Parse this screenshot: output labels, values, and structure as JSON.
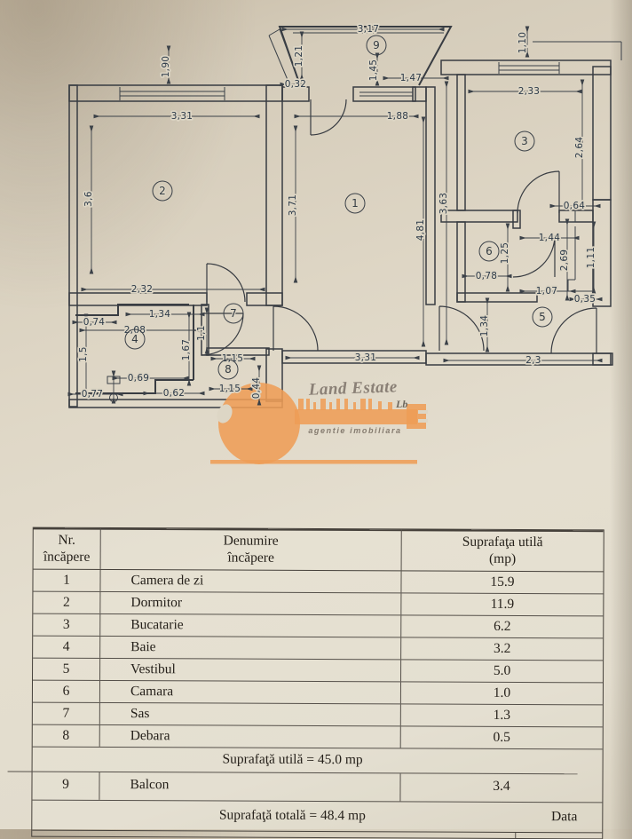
{
  "plan": {
    "rooms": [
      {
        "n": "1"
      },
      {
        "n": "2"
      },
      {
        "n": "3"
      },
      {
        "n": "4"
      },
      {
        "n": "5"
      },
      {
        "n": "6"
      },
      {
        "n": "7"
      },
      {
        "n": "8"
      },
      {
        "n": "9"
      }
    ],
    "dims": [
      {
        "t": "3,17"
      },
      {
        "t": "1,21"
      },
      {
        "t": "0,32"
      },
      {
        "t": "1,45"
      },
      {
        "t": "1,47"
      },
      {
        "t": "1,90"
      },
      {
        "t": "3,31"
      },
      {
        "t": "1,88"
      },
      {
        "t": "1,10"
      },
      {
        "t": "2,33"
      },
      {
        "t": "2,64"
      },
      {
        "t": "3,6"
      },
      {
        "t": "3,71"
      },
      {
        "t": "4,81"
      },
      {
        "t": "3,63"
      },
      {
        "t": "0,64"
      },
      {
        "t": "1,44"
      },
      {
        "t": "1,25"
      },
      {
        "t": "2,69"
      },
      {
        "t": "1,11"
      },
      {
        "t": "0,78"
      },
      {
        "t": "1,07"
      },
      {
        "t": "0,35"
      },
      {
        "t": "2,32"
      },
      {
        "t": "1,34"
      },
      {
        "t": "0,74"
      },
      {
        "t": "2,08"
      },
      {
        "t": "1,5"
      },
      {
        "t": "1,1"
      },
      {
        "t": "1,67"
      },
      {
        "t": "1,15"
      },
      {
        "t": "1,15"
      },
      {
        "t": "0,44"
      },
      {
        "t": "1,34"
      },
      {
        "t": "2,3"
      },
      {
        "t": "3,31"
      },
      {
        "t": "0,69"
      },
      {
        "t": "0,77"
      },
      {
        "t": "0,62"
      }
    ]
  },
  "logo": {
    "brand": "Land Estate",
    "tagline": "agentie imobiliara",
    "monogram": "Lb",
    "accent_color": "#ee9d57",
    "text_color": "#8a8076"
  },
  "table": {
    "header": {
      "col1_l1": "Nr.",
      "col1_l2": "încăpere",
      "col2_l1": "Denumire",
      "col2_l2": "încăpere",
      "col3_l1": "Suprafaţa utilă",
      "col3_l2": "(mp)"
    },
    "rows": [
      {
        "nr": "1",
        "name": "Camera de zi",
        "area": "15.9"
      },
      {
        "nr": "2",
        "name": "Dormitor",
        "area": "11.9"
      },
      {
        "nr": "3",
        "name": "Bucatarie",
        "area": "6.2"
      },
      {
        "nr": "4",
        "name": "Baie",
        "area": "3.2"
      },
      {
        "nr": "5",
        "name": "Vestibul",
        "area": "5.0"
      },
      {
        "nr": "6",
        "name": "Camara",
        "area": "1.0"
      },
      {
        "nr": "7",
        "name": "Sas",
        "area": "1.3"
      },
      {
        "nr": "8",
        "name": "Debara",
        "area": "0.5"
      }
    ],
    "subtotal": "Suprafaţă utilă = 45.0  mp",
    "balcony_row": {
      "nr": "9",
      "name": "Balcon",
      "area": "3.4"
    },
    "total": "Suprafaţă totală = 48.4 mp",
    "data_label": "Data"
  }
}
